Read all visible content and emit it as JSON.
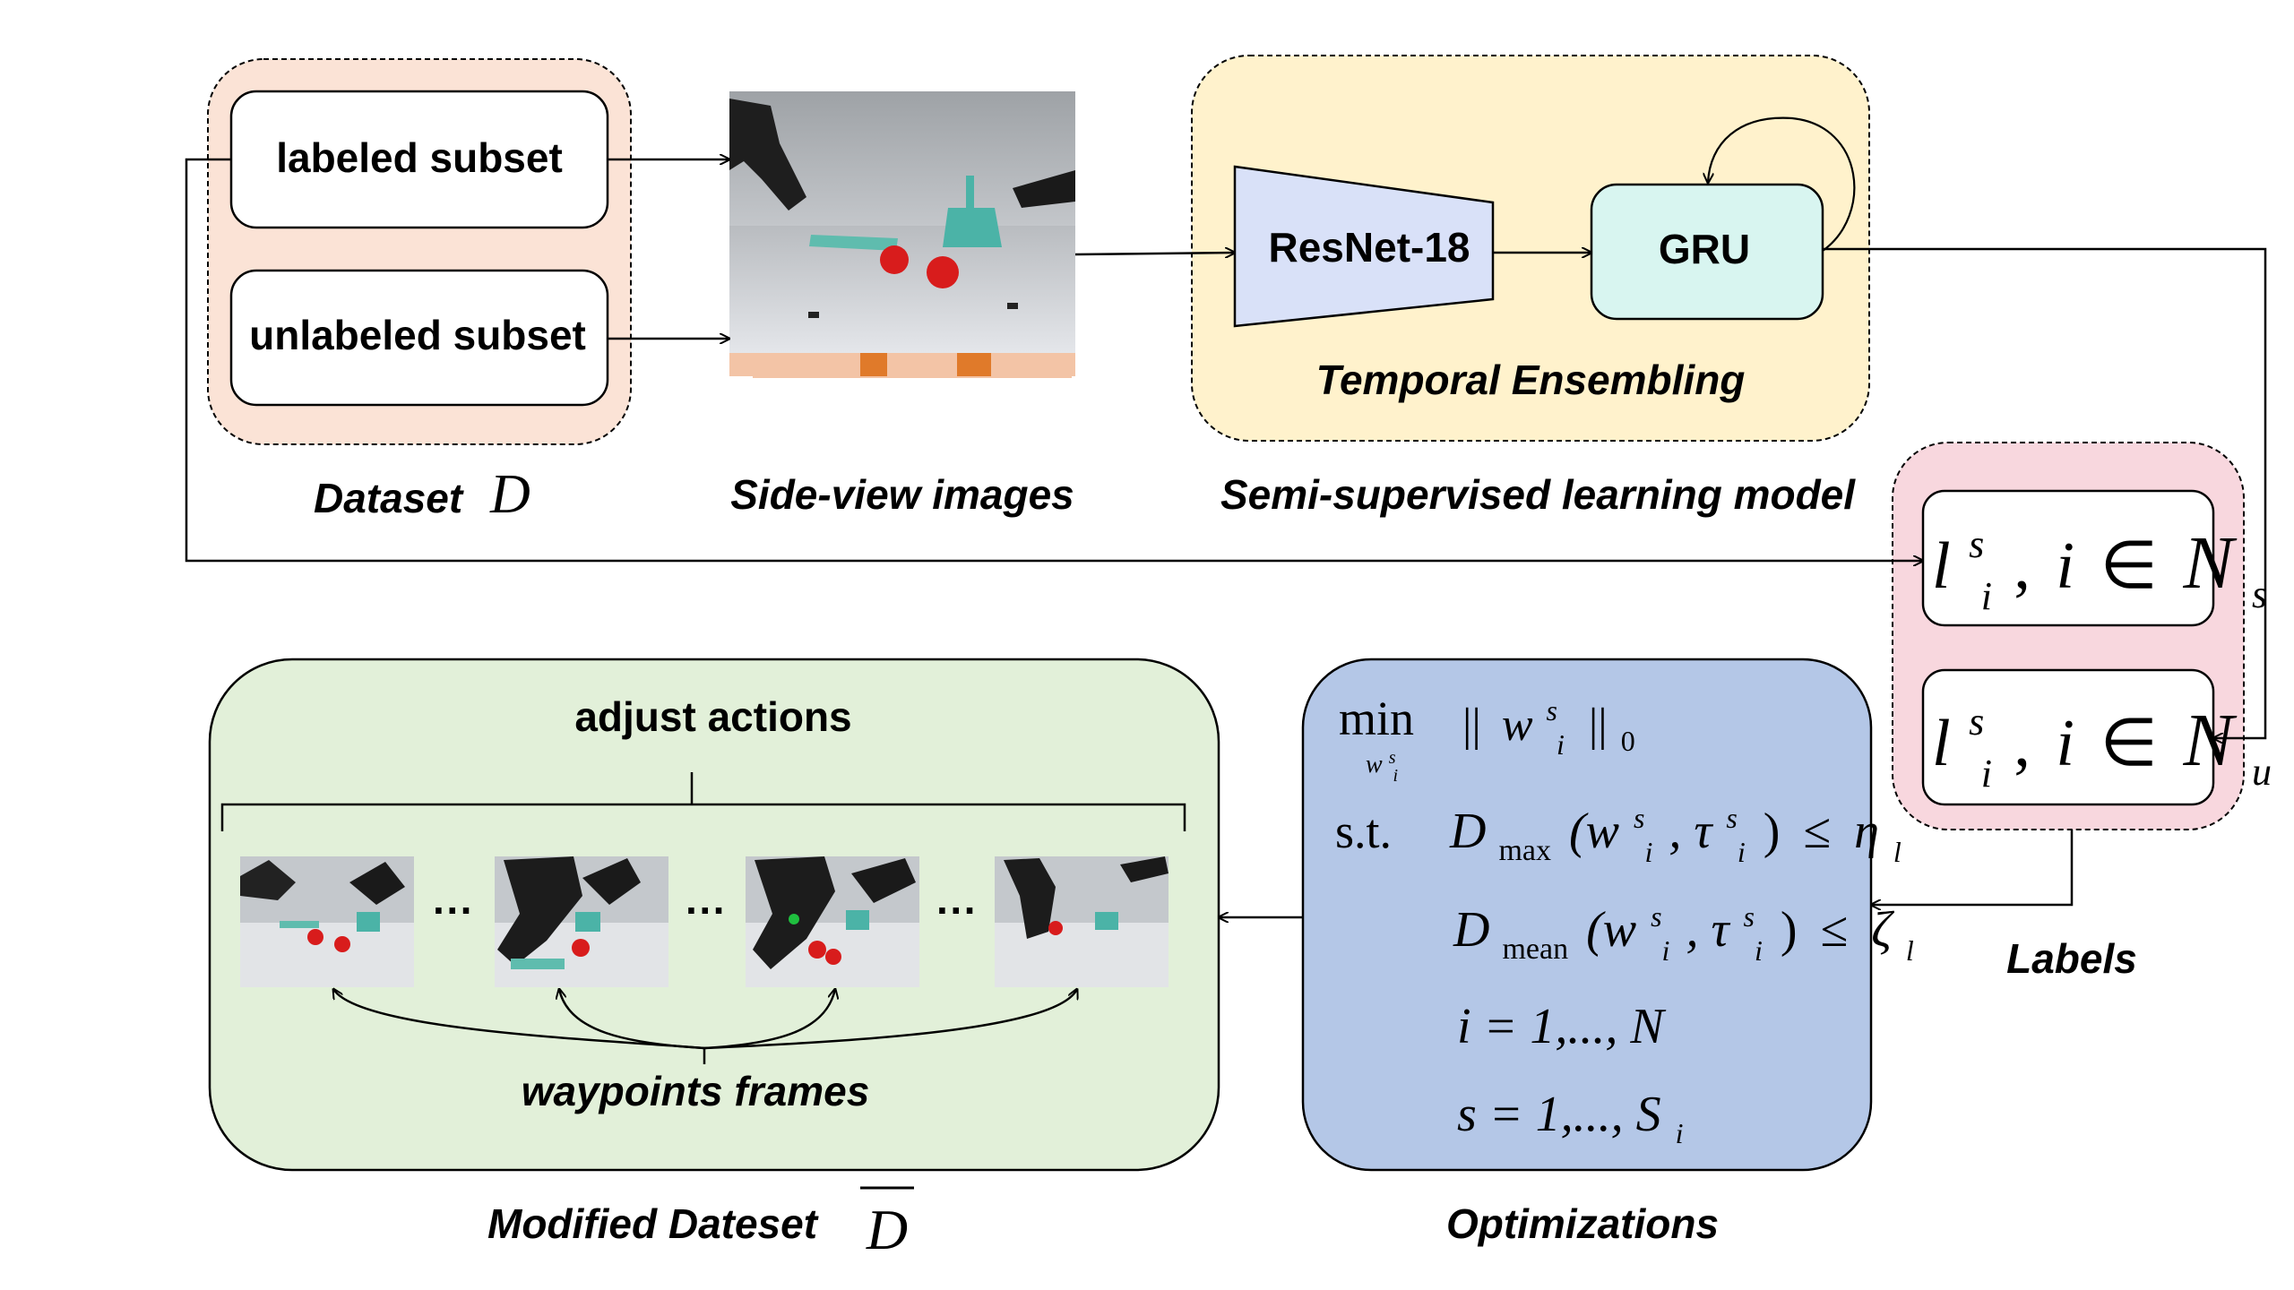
{
  "dataset": {
    "labeled": "labeled subset",
    "unlabeled": "unlabeled subset",
    "caption": "Dataset",
    "symbol": "D"
  },
  "side_view": {
    "caption": "Side-view images"
  },
  "ssl": {
    "resnet": "ResNet-18",
    "gru": "GRU",
    "ensembling": "Temporal Ensembling",
    "caption": "Semi-supervised learning model"
  },
  "labels": {
    "caption": "Labels",
    "l": "l",
    "sup_s": "s",
    "sub_i": "i",
    "sep": ",",
    "idx": "i",
    "in": "∈",
    "calN": "N",
    "set_s": "s",
    "set_u": "u"
  },
  "optimization": {
    "caption": "Optimizations",
    "min": "min",
    "min_sub_w": "w",
    "min_sub_sup": "s",
    "min_sub_sub": "i",
    "norm_l": "||",
    "norm_w": "w",
    "norm_sup": "s",
    "norm_sub": "i",
    "norm_r": "||",
    "norm_zero": "0",
    "st": "s.t.",
    "D": "D",
    "max": "max",
    "mean": "mean",
    "args": "(w",
    "sup_s": "s",
    "sub_i": "i",
    "comma_tau": ", τ",
    "close": ")",
    "le": "≤",
    "eta": "η",
    "zeta": "ζ",
    "sub_l": "l",
    "i_range": "i = 1,..., N",
    "s_range_a": "s = 1,..., S",
    "s_range_sub": "i"
  },
  "modified": {
    "adjust": "adjust actions",
    "waypoints": "waypoints frames",
    "caption": "Modified Dateset",
    "symbol": "D",
    "ellipsis": "···"
  },
  "colors": {
    "dataset_bg": "#fbe3d6",
    "ssl_bg": "#fff2cc",
    "labels_bg": "#f8d7de",
    "opt_bg": "#b4c7e7",
    "modified_bg": "#e2f0d9",
    "resnet_fill": "#d9e1f8",
    "gru_fill": "#d8f5f0",
    "stroke": "#000000"
  }
}
